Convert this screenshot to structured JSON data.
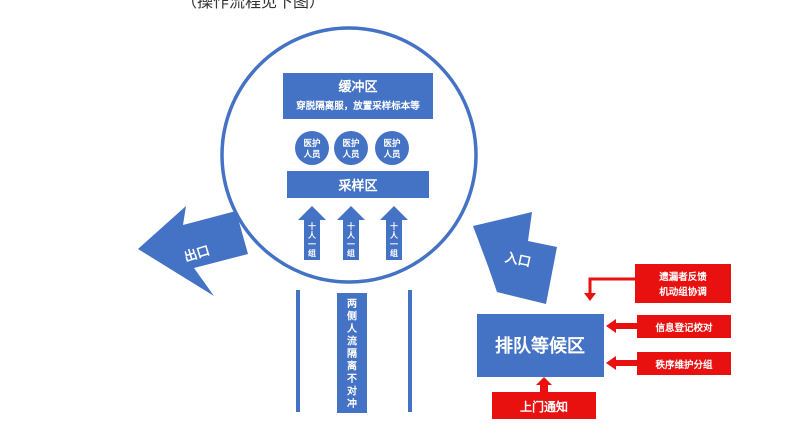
{
  "top_note": "（操作流程见下图）",
  "buffer": {
    "title": "缓冲区",
    "subtitle": "穿脱隔离服，放置采样标本等"
  },
  "medical_staff": [
    "医护人员",
    "医护人员",
    "医护人员"
  ],
  "sampling_area": "采样区",
  "group_arrows": [
    "十人一组",
    "十人一组",
    "十人一组"
  ],
  "side_lane": "两侧人流隔离不对冲",
  "exit": "出口",
  "entrance": "入口",
  "queue_area": "排队等候区",
  "red_boxes": {
    "coordination": [
      "遗漏者反馈",
      "机动组协调"
    ],
    "registration": "信息登记校对",
    "order": "秩序维护分组",
    "notice": "上门通知"
  },
  "colors": {
    "blue": "#4472c4",
    "red": "#e8110f",
    "text_on_fill": "#ffffff"
  }
}
